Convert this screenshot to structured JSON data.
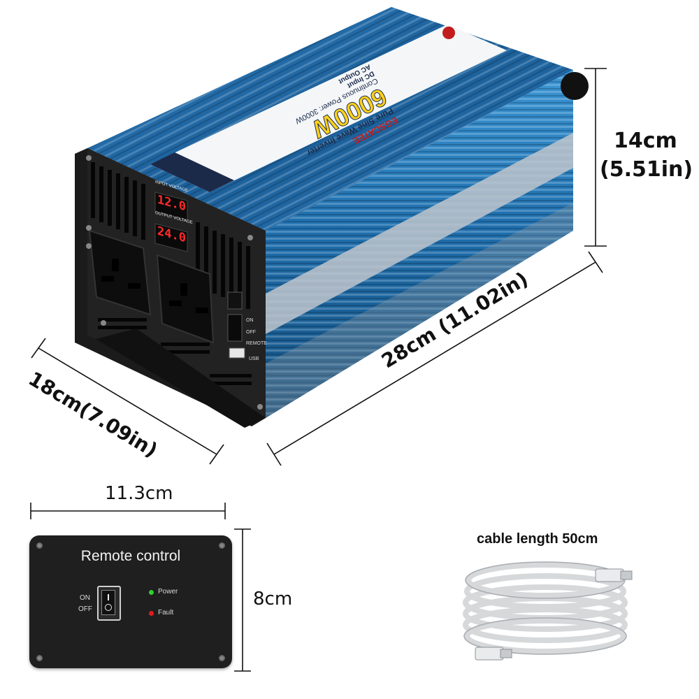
{
  "product": {
    "brand": "EGSCATEE",
    "model_line": "Pure Sine Wave Inverter",
    "power_rating": "6000W",
    "continuous_power": "Continuous Power: 3000W",
    "dc_input_label": "DC Input",
    "ac_output_label": "AC Output",
    "input_voltage_label": "INPUT VOLTAGE",
    "output_voltage_label": "OUTPUT VOLTAGE",
    "input_voltage_value": "12.0",
    "output_voltage_value": "24.0",
    "switch_on_label": "ON",
    "switch_off_label": "OFF",
    "remote_port_label": "REMOTE",
    "usb_label": "USB"
  },
  "dimensions": {
    "height": "14cm",
    "height_in": "(5.51in)",
    "length": "28cm (11.02in)",
    "width": "18cm(7.09in)",
    "remote_width": "11.3cm",
    "remote_height": "8cm"
  },
  "remote": {
    "title": "Remote control",
    "on_label": "ON",
    "off_label": "OFF",
    "power_label": "Power",
    "fault_label": "Fault",
    "power_led_color": "#2fd12f",
    "fault_led_color": "#e01b1b"
  },
  "cable": {
    "caption": "cable length 50cm"
  },
  "colors": {
    "body_blue": "#1f6fae",
    "body_blue_light": "#4aa8e0",
    "panel_black": "#1b1b1b",
    "lcd_red": "#ff2a2a",
    "power_yellow": "#ffd21a"
  }
}
